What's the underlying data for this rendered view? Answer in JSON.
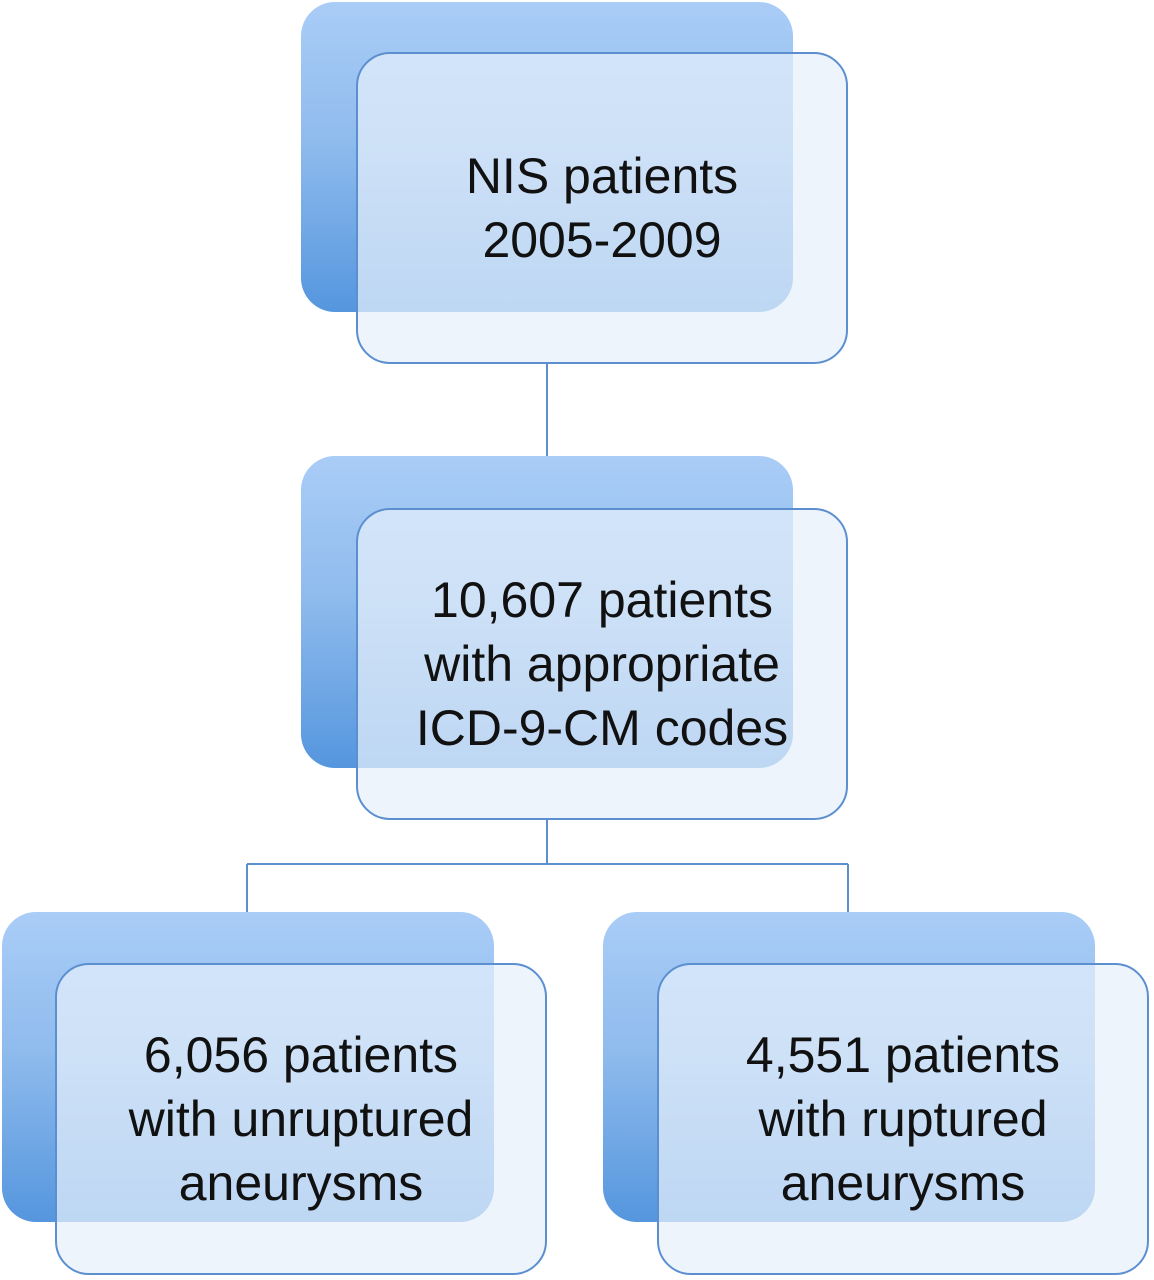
{
  "nodes": {
    "top": {
      "lines": [
        "NIS patients",
        "2005-2009"
      ]
    },
    "middle": {
      "lines": [
        "10,607 patients",
        "with appropriate",
        "ICD-9-CM codes"
      ]
    },
    "left": {
      "lines": [
        "6,056 patients",
        "with unruptured",
        "aneurysms"
      ]
    },
    "right": {
      "lines": [
        "4,551 patients",
        "with ruptured",
        "aneurysms"
      ]
    }
  },
  "colors": {
    "block_top": "#aacdf7",
    "block_bottom": "#5596de",
    "box_border": "#5b8fd0",
    "connector": "#5b8fd0",
    "text": "#111111"
  }
}
